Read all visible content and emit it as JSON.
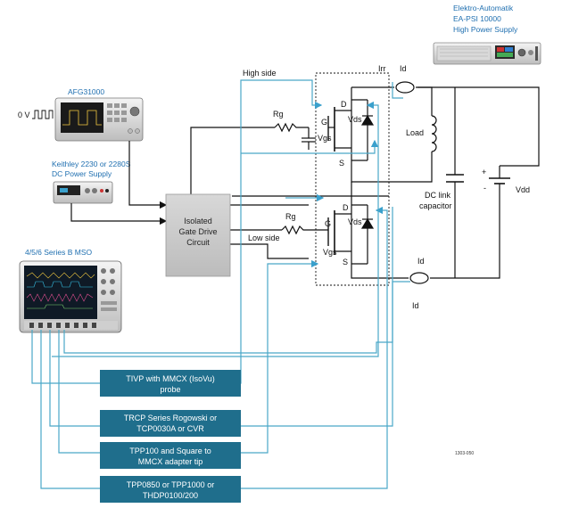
{
  "instruments": {
    "power_supply": {
      "line1": "Elektro-Automatik",
      "line2": "EA-PSI 10000",
      "line3": "High Power Supply"
    },
    "afg": {
      "name": "AFG31000"
    },
    "dc_supply": {
      "line1": "Keithley 2230 or 2280S",
      "line2": "DC Power Supply"
    },
    "scope": {
      "name": "4/5/6 Series B MSO"
    }
  },
  "signal": {
    "label": "0 V"
  },
  "gate_driver": {
    "line1": "Isolated",
    "line2": "Gate Drive",
    "line3": "Circuit"
  },
  "circuit": {
    "high_side": "High side",
    "low_side": "Low side",
    "rg_top": "Rg",
    "rg_bottom": "Rg",
    "vgs_top": "Vgs",
    "vgs_bottom": "Vgs",
    "vds_top": "Vds",
    "vds_bottom": "Vds",
    "d_top": "D",
    "d_bottom": "D",
    "g_top": "G",
    "g_bottom": "G",
    "s_top": "S",
    "s_bottom": "S",
    "irr": "Irr",
    "id_top": "Id",
    "id_bottom_a": "Id",
    "id_bottom_b": "Id",
    "load": "Load",
    "dc_link_line1": "DC link",
    "dc_link_line2": "capacitor",
    "vdd": "Vdd",
    "plus": "+",
    "minus": "-"
  },
  "probes": [
    {
      "line1": "TIVP with MMCX (IsoVu)",
      "line2": "probe"
    },
    {
      "line1": "TRCP Series Rogowski or",
      "line2": "TCP0030A or CVR"
    },
    {
      "line1": "TPP100 and Square to",
      "line2": "MMCX adapter tip"
    },
    {
      "line1": "TPP0850 or TPP1000 or",
      "line2": "THDP0100/200"
    }
  ],
  "figure_id": "1303-050",
  "colors": {
    "probe_box": "#1f6e8c",
    "probe_wire": "#4aa8c8",
    "wire": "#111111",
    "gate_box": "#cccccc"
  }
}
